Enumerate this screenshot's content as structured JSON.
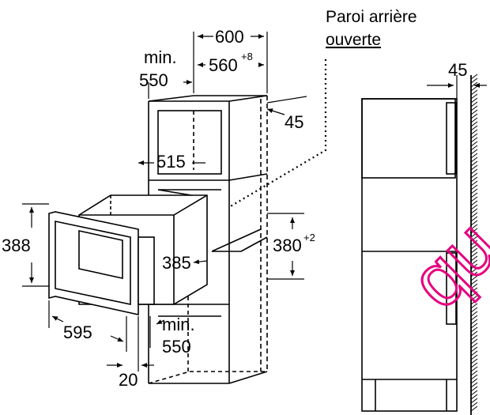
{
  "labels": {
    "open_back_line1": "Paroi arrière",
    "open_back_line2": "ouverte",
    "width_total": "600",
    "niche_width": "560",
    "niche_width_tol": "+8",
    "min_top": "min.",
    "min_top_value": "550",
    "depth_45_top": "45",
    "side_gap": "45",
    "inner_515": "515",
    "height_388": "388",
    "height_380": "380",
    "height_380_tol": "+2",
    "depth_385": "385",
    "width_595": "595",
    "min_bottom": "min.",
    "min_bottom_value": "550",
    "front_20": "20"
  },
  "watermark": {
    "text": "qu",
    "color": "#e5007e"
  }
}
